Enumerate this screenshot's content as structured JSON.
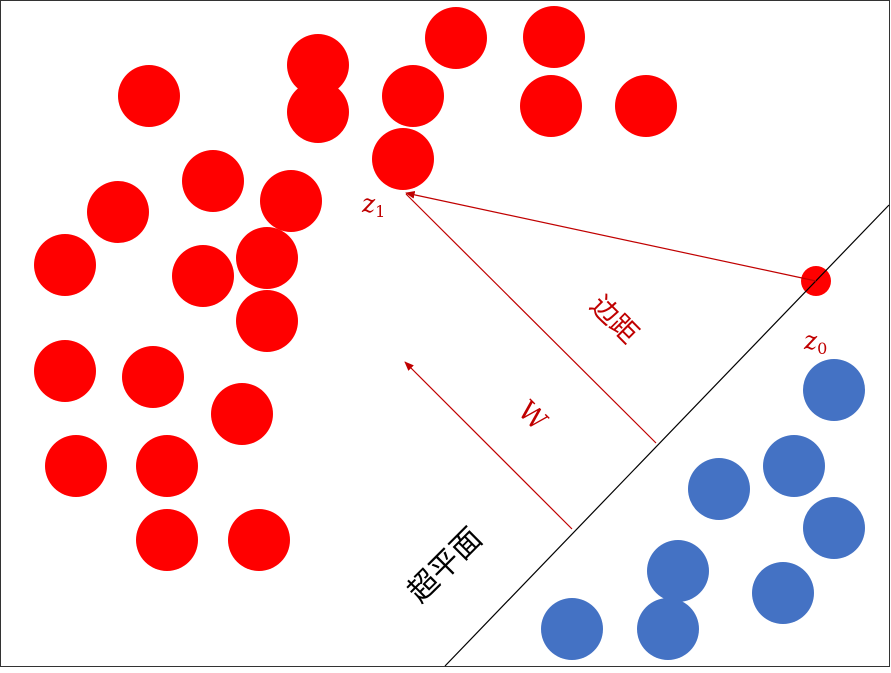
{
  "colors": {
    "positive_class": "#ff0000",
    "negative_class": "#4472c4",
    "annotation": "#c00000",
    "hyperplane": "#000000",
    "frame": "#333333"
  },
  "labels": {
    "z1": "z",
    "z1_sub": "1",
    "z0": "z",
    "z0_sub": "0",
    "margin": "边距",
    "w": "W",
    "hyperplane": "超平面"
  },
  "icons": {
    "arrow_head": "triangle-arrowhead"
  }
}
